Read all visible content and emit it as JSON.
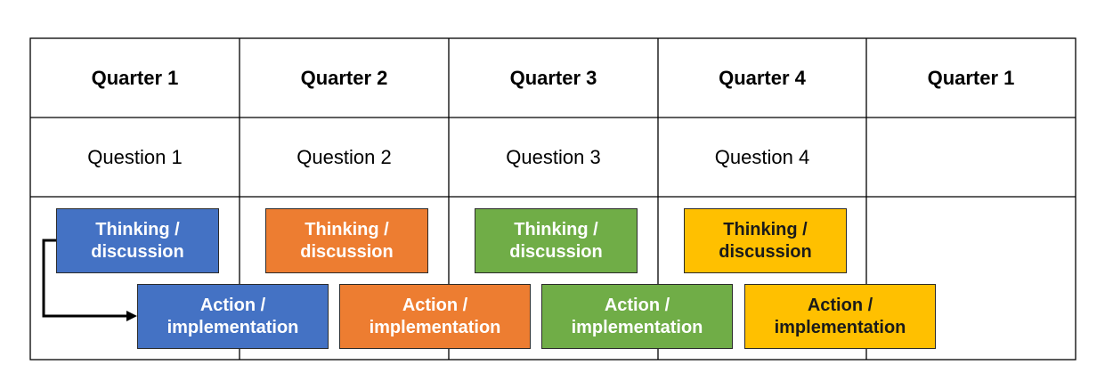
{
  "header": {
    "quarters": [
      "Quarter 1",
      "Quarter 2",
      "Quarter 3",
      "Quarter 4",
      "Quarter 1"
    ]
  },
  "questions": [
    "Question 1",
    "Question 2",
    "Question 3",
    "Question 4",
    ""
  ],
  "thinking": [
    {
      "line1": "Thinking /",
      "line2": "discussion",
      "color": "#4472C4"
    },
    {
      "line1": "Thinking /",
      "line2": "discussion",
      "color": "#ED7D31"
    },
    {
      "line1": "Thinking /",
      "line2": "discussion",
      "color": "#70AD47"
    },
    {
      "line1": "Thinking /",
      "line2": "discussion",
      "color": "#FFC000"
    }
  ],
  "action": [
    {
      "line1": "Action /",
      "line2": "implementation",
      "color": "#4472C4"
    },
    {
      "line1": "Action /",
      "line2": "implementation",
      "color": "#ED7D31"
    },
    {
      "line1": "Action /",
      "line2": "implementation",
      "color": "#70AD47"
    },
    {
      "line1": "Action /",
      "line2": "implementation",
      "color": "#FFC000"
    }
  ]
}
